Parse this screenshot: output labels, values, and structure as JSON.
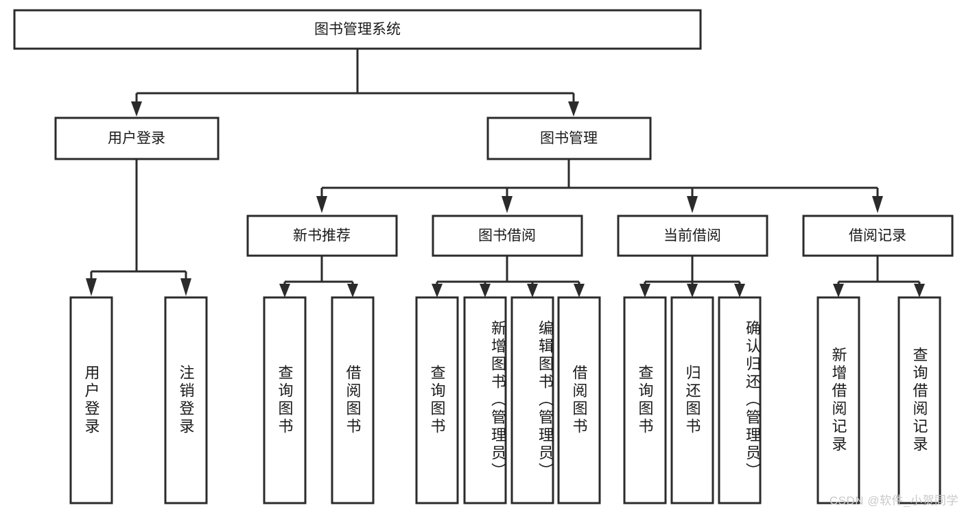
{
  "diagram": {
    "title": "图书管理系统",
    "type": "tree",
    "watermark": "CSDN @软件_小贺同学",
    "colors": {
      "stroke": "#2b2b2b",
      "fill": "#ffffff",
      "text": "#1a1a1a",
      "watermark": "#c9c9c9"
    },
    "root": {
      "label": "图书管理系统"
    },
    "level2": [
      {
        "label": "用户登录"
      },
      {
        "label": "图书管理"
      }
    ],
    "level3": [
      {
        "label": "新书推荐"
      },
      {
        "label": "图书借阅"
      },
      {
        "label": "当前借阅"
      },
      {
        "label": "借阅记录"
      }
    ],
    "leaves": {
      "user_login": [
        {
          "label": "用户登录"
        },
        {
          "label": "注销登录"
        }
      ],
      "new_book_recommend": [
        {
          "label": "查询图书"
        },
        {
          "label": "借阅图书"
        }
      ],
      "book_borrow": [
        {
          "label": "查询图书"
        },
        {
          "label": "新增图书（管理员）"
        },
        {
          "label": "编辑图书（管理员）"
        },
        {
          "label": "借阅图书"
        }
      ],
      "current_borrow": [
        {
          "label": "查询图书"
        },
        {
          "label": "归还图书"
        },
        {
          "label": "确认归还（管理员）"
        }
      ],
      "borrow_record": [
        {
          "label": "新增借阅记录"
        },
        {
          "label": "查询借阅记录"
        }
      ]
    }
  }
}
